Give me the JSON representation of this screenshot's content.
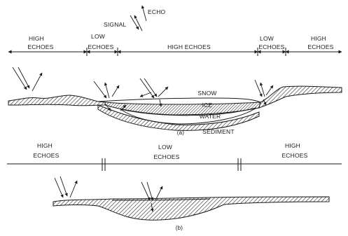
{
  "legend": {
    "signal": "SIGNAL",
    "echo": "ECHO"
  },
  "panel_a": {
    "zones": [
      {
        "top": "HIGH",
        "bottom": "ECHOES"
      },
      {
        "top": "LOW",
        "bottom": "ECHOES"
      },
      {
        "top": "",
        "bottom": "HIGH ECHOES"
      },
      {
        "top": "LOW",
        "bottom": "ECHOES"
      },
      {
        "top": "HIGH",
        "bottom": "ECHOES"
      }
    ],
    "labels": {
      "snow": "SNOW",
      "ice": "ICE",
      "water": "WATER",
      "sediment": "SEDIMENT"
    },
    "caption": "(a)"
  },
  "panel_b": {
    "zones": [
      {
        "top": "HIGH",
        "bottom": "ECHOES"
      },
      {
        "top": "LOW",
        "bottom": "ECHOES"
      },
      {
        "top": "HIGH",
        "bottom": "ECHOES"
      }
    ],
    "caption": "(b)"
  }
}
